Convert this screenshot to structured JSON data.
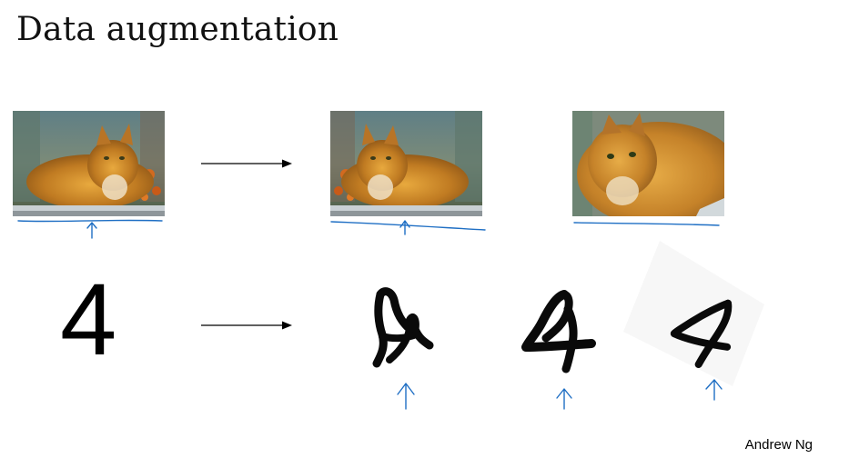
{
  "slide": {
    "title": "Data augmentation",
    "footer": "Andrew Ng"
  },
  "examples": {
    "cat": {
      "original": "cat photo",
      "augmented": [
        "horizontally flipped cat photo",
        "random crop of cat photo"
      ]
    },
    "digit": {
      "original": "4",
      "augmented": [
        "distorted 4",
        "distorted 4",
        "rotated 4"
      ]
    }
  },
  "colors": {
    "ink": "#1f6fc4",
    "text": "#111111"
  }
}
